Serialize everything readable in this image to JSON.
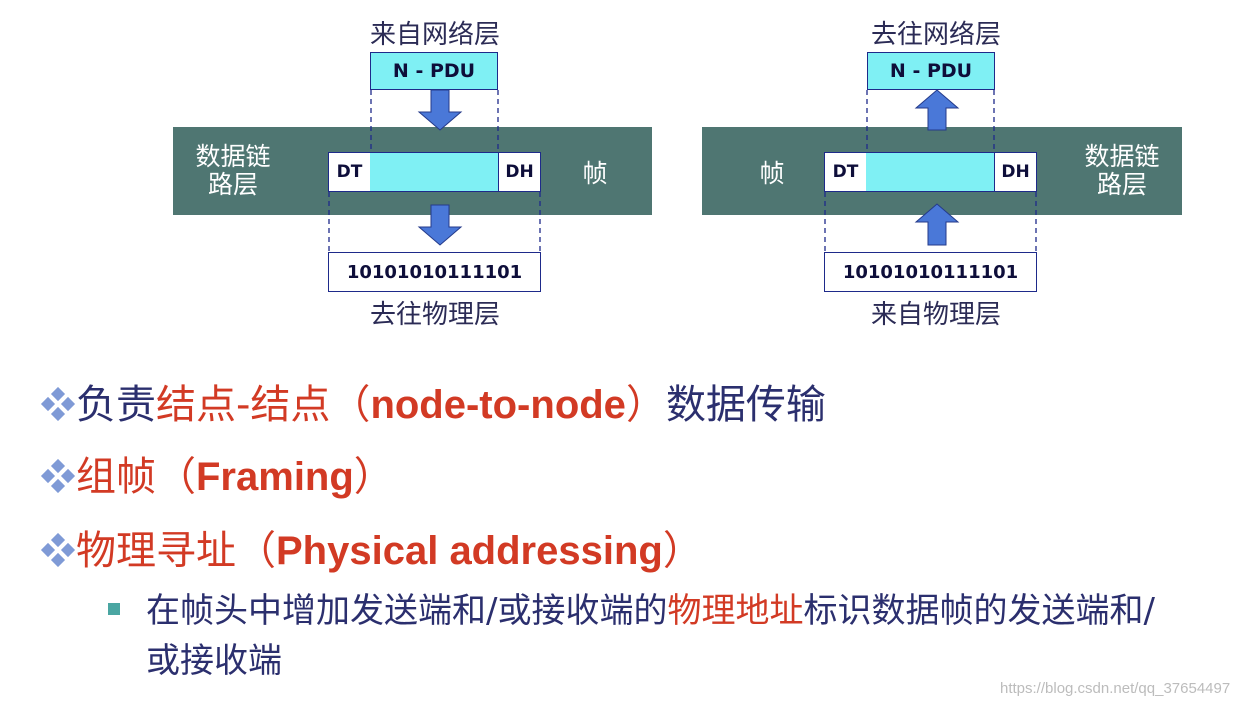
{
  "left_diagram": {
    "top_label": "来自网络层",
    "pdu": "N - PDU",
    "layer_label": "数据链路层",
    "frame_tail": "DT",
    "frame_head": "DH",
    "frame_word": "帧",
    "bits": "10101010111101",
    "bottom_label": "去往物理层"
  },
  "right_diagram": {
    "top_label": "去往网络层",
    "pdu": "N - PDU",
    "layer_label": "数据链路层",
    "frame_tail": "DT",
    "frame_head": "DH",
    "frame_word": "帧",
    "bits": "10101010111101",
    "bottom_label": "来自物理层"
  },
  "bullets": [
    {
      "prefix": "负责",
      "red": "结点-结点（",
      "red_en": "node-to-node",
      "red_close": "）",
      "suffix": "数据传输"
    },
    {
      "red": "组帧（",
      "red_en": "Framing",
      "red_close": "）"
    },
    {
      "red": "物理寻址（",
      "red_en": "Physical addressing",
      "red_close": "）"
    }
  ],
  "sub_bullet": {
    "part1": "在帧头中增加发送端和/或接收端的",
    "red": "物理地址",
    "part2": "标识数据帧的发送端和/或接收端"
  },
  "watermark": "https://blog.csdn.net/qq_37654497",
  "colors": {
    "band": "#4f7672",
    "cyan": "#7ff0f4",
    "navy": "#2b2f6e",
    "red": "#d23a24"
  }
}
